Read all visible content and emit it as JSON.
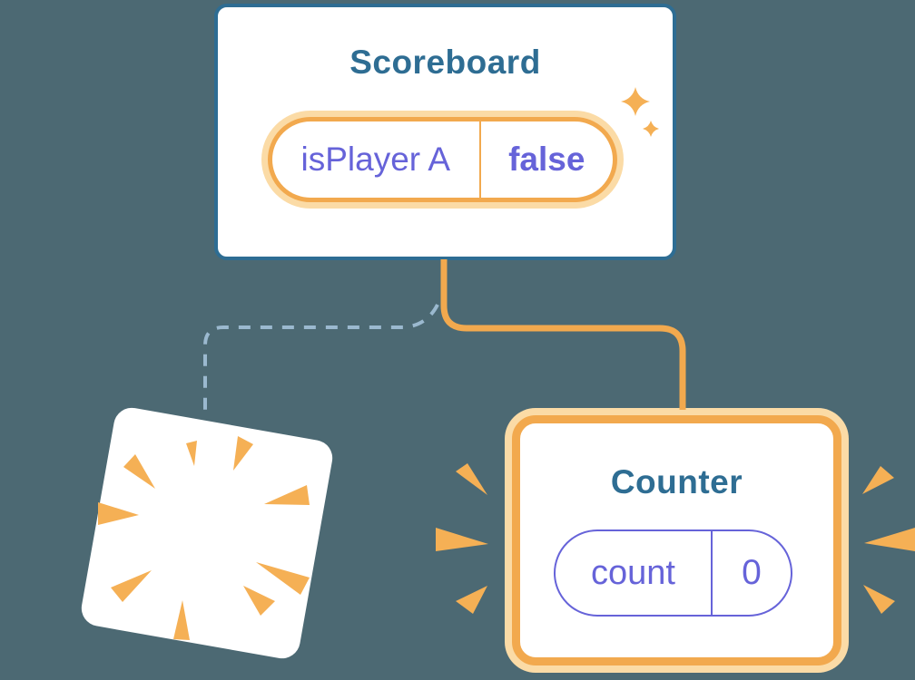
{
  "diagram_title": "component-tree-state-diagram",
  "colors": {
    "bg": "#4C6973",
    "teal": "#2E6D93",
    "orange": "#F2A94E",
    "orange_pale": "#FBDBA6",
    "orange_ray": "#F5B055",
    "purple": "#6663D9",
    "dash": "#9BB9CF",
    "card_bg": "#FFFFFF"
  },
  "scoreboard_card": {
    "title": "Scoreboard",
    "pill": {
      "label": "isPlayer A",
      "value": "false"
    }
  },
  "counter_card": {
    "title": "Counter",
    "pill": {
      "label": "count",
      "value": "0"
    }
  },
  "destroyed_card": {
    "description": "blank card exploding with burst rays"
  },
  "icons": [
    "sparkles-icon",
    "burst-rays-icon",
    "emphasis-rays-left-icon",
    "emphasis-rays-right-icon"
  ],
  "edges": [
    {
      "name": "edge-to-counter",
      "style": "solid-orange"
    },
    {
      "name": "edge-to-destroyed",
      "style": "dashed-blue"
    }
  ]
}
